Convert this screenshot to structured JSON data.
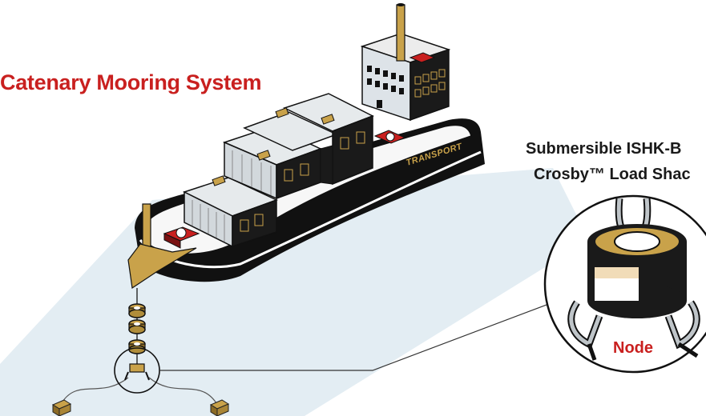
{
  "title": "Catenary Mooring System",
  "callout": {
    "line1": "Submersible ISHK-B",
    "line2": "Crosby™ Load Shac",
    "node_label": "Node"
  },
  "ship": {
    "hull_text": "TRANSPORT"
  },
  "colors": {
    "title_red": "#c9201f",
    "water": "#e3edf3",
    "hull": "#111111",
    "gold": "#c9a24a",
    "container_grey": "#dfe3e6"
  },
  "icons": [
    "ship-illustration",
    "chain-links",
    "shackle-icon",
    "anchor-icon",
    "load-shackle-detail"
  ]
}
